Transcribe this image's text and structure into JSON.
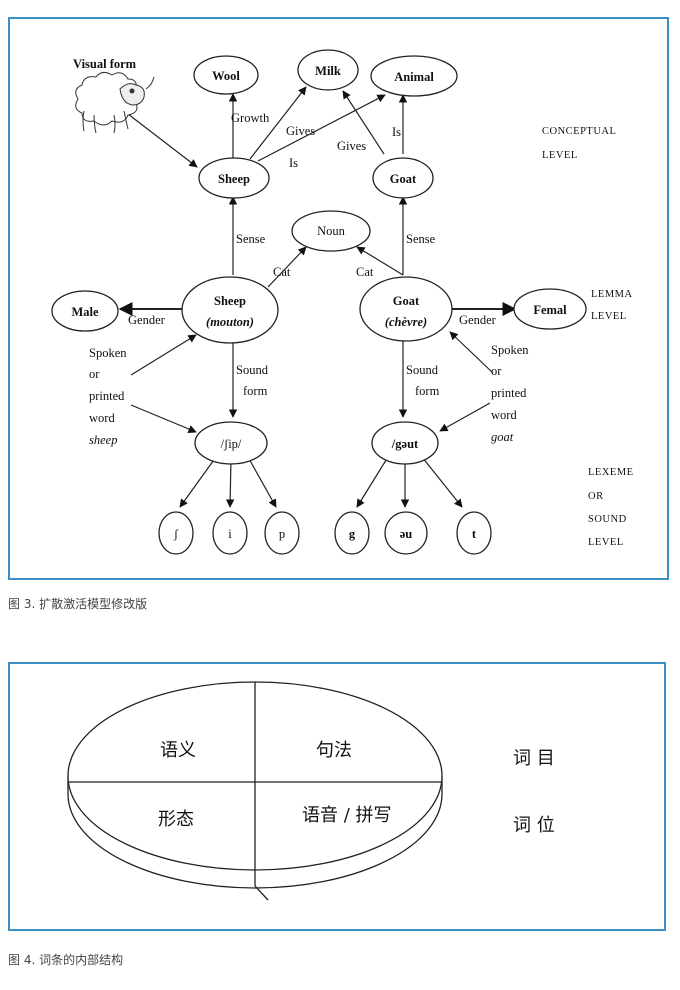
{
  "figure3": {
    "caption": "图 3. 扩散激活模型修改版",
    "visual_form": "Visual form",
    "nodes": {
      "wool": "Wool",
      "milk": "Milk",
      "animal": "Animal",
      "sheep": "Sheep",
      "goat": "Goat",
      "noun": "Noun",
      "male": "Male",
      "female": "Femal",
      "sheep_lemma": "Sheep",
      "sheep_lemma_fr": "(mouton)",
      "goat_lemma": "Goat",
      "goat_lemma_fr": "(chèvre)",
      "sheep_form": "/ʃip/",
      "goat_form": "/gəut",
      "ph_sh": "ʃ",
      "ph_i": "i",
      "ph_p": "p",
      "ph_g": "g",
      "ph_ou": "əu",
      "ph_t": "t"
    },
    "edges": {
      "growth": "Growth",
      "gives1": "Gives",
      "gives2": "Gives",
      "is1": "Is",
      "is2": "Is",
      "sense1": "Sense",
      "sense2": "Sense",
      "cat1": "Cat",
      "cat2": "Cat",
      "gender1": "Gender",
      "gender2": "Gender",
      "sound": "Sound",
      "form": "form",
      "spoken": "Spoken",
      "or": "or",
      "printed": "printed",
      "word": "word",
      "sheep_word": "sheep",
      "goat_word": "goat"
    },
    "levels": {
      "conceptual_1": "CONCEPTUAL",
      "conceptual_2": "LEVEL",
      "lemma_1": "LEMMA",
      "lemma_2": "LEVEL",
      "lexeme_1": "LEXEME",
      "lexeme_2": "OR",
      "lexeme_3": "SOUND",
      "lexeme_4": "LEVEL"
    }
  },
  "figure4": {
    "caption": "图 4. 词条的内部结构",
    "quadrants": {
      "semantics": "语义",
      "syntax": "句法",
      "morphology": "形态",
      "phonology": "语音 / 拼写"
    },
    "side": {
      "lemma": "词 目",
      "lexeme": "词 位"
    }
  }
}
